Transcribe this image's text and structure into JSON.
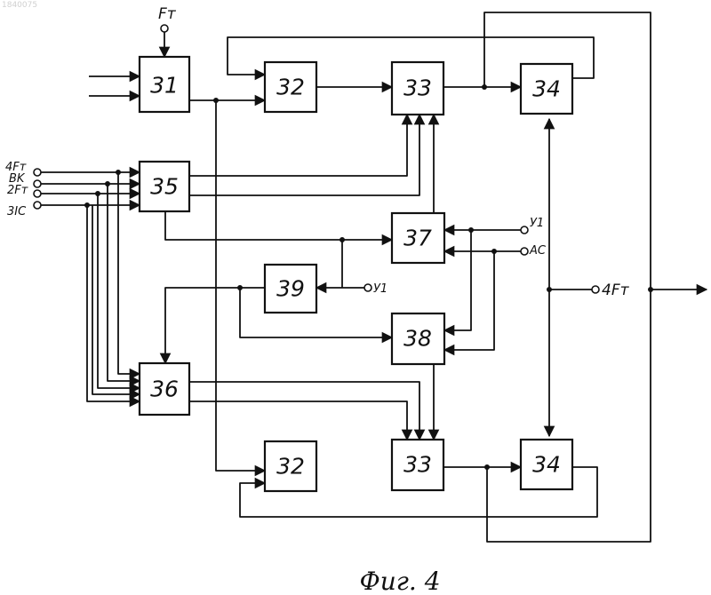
{
  "document_number": "1840075",
  "caption": "Фиг. 4",
  "blocks": [
    {
      "id": "b31",
      "label": "31"
    },
    {
      "id": "b32a",
      "label": "32"
    },
    {
      "id": "b33a",
      "label": "33"
    },
    {
      "id": "b34a",
      "label": "34"
    },
    {
      "id": "b35",
      "label": "35"
    },
    {
      "id": "b37",
      "label": "37"
    },
    {
      "id": "b39",
      "label": "39"
    },
    {
      "id": "b38",
      "label": "38"
    },
    {
      "id": "b36",
      "label": "36"
    },
    {
      "id": "b32b",
      "label": "32"
    },
    {
      "id": "b33b",
      "label": "33"
    },
    {
      "id": "b34b",
      "label": "34"
    }
  ],
  "terminals": {
    "fr_top": "Fт",
    "left_inputs": [
      "4Fт",
      "BK",
      "2Fт",
      "3IC"
    ],
    "y1_right": "У1",
    "ac_right": "AC",
    "y1_mid": "У1",
    "out_4f": "4Fт"
  }
}
